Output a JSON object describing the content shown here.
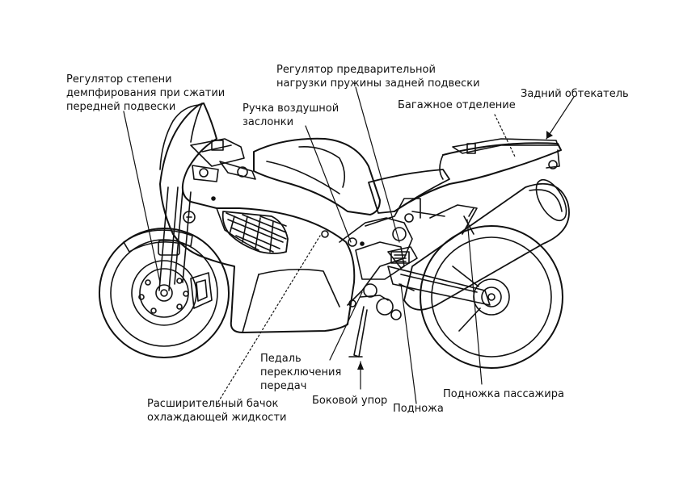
{
  "labels": {
    "front_damping": "Регулятор степени\nдемпфирования при сжатии\nпередней подвески",
    "choke": "Ручка воздушной\nзаслонки",
    "rear_preload": "Регулятор предварительной\nнагрузки пружины задней подвески",
    "luggage": "Багажное отделение",
    "rear_cowl": "Задний обтекатель",
    "shift_pedal": "Педаль\nпереключения\nпередач",
    "coolant_tank": "Расширительный бачок\nохлаждающей жидкости",
    "side_stand": "Боковой упор",
    "footpeg": "Подножа",
    "passenger_peg": "Подножка пассажира"
  }
}
